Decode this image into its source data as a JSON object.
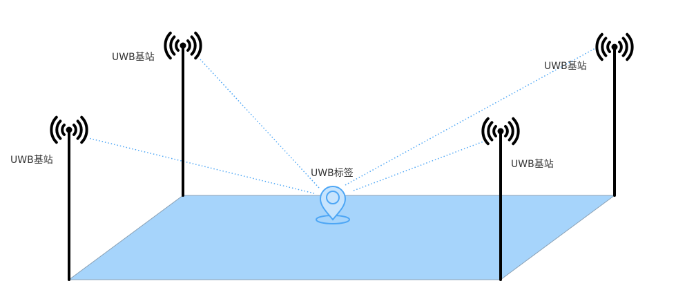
{
  "colors": {
    "floor": "#a6d4fb",
    "floor_edge": "#8aa0b4",
    "tag": "#4da6f5",
    "tag_fill": "#c7e4fd",
    "link": "#4da6f5",
    "antenna": "#000000"
  },
  "anchors": [
    {
      "label": "UWB基站",
      "icon": "antenna-signal-icon"
    },
    {
      "label": "UWB基站",
      "icon": "antenna-signal-icon"
    },
    {
      "label": "UWB基站",
      "icon": "antenna-signal-icon"
    },
    {
      "label": "UWB基站",
      "icon": "antenna-signal-icon"
    }
  ],
  "tag": {
    "label": "UWB标签",
    "icon": "location-pin-icon"
  }
}
